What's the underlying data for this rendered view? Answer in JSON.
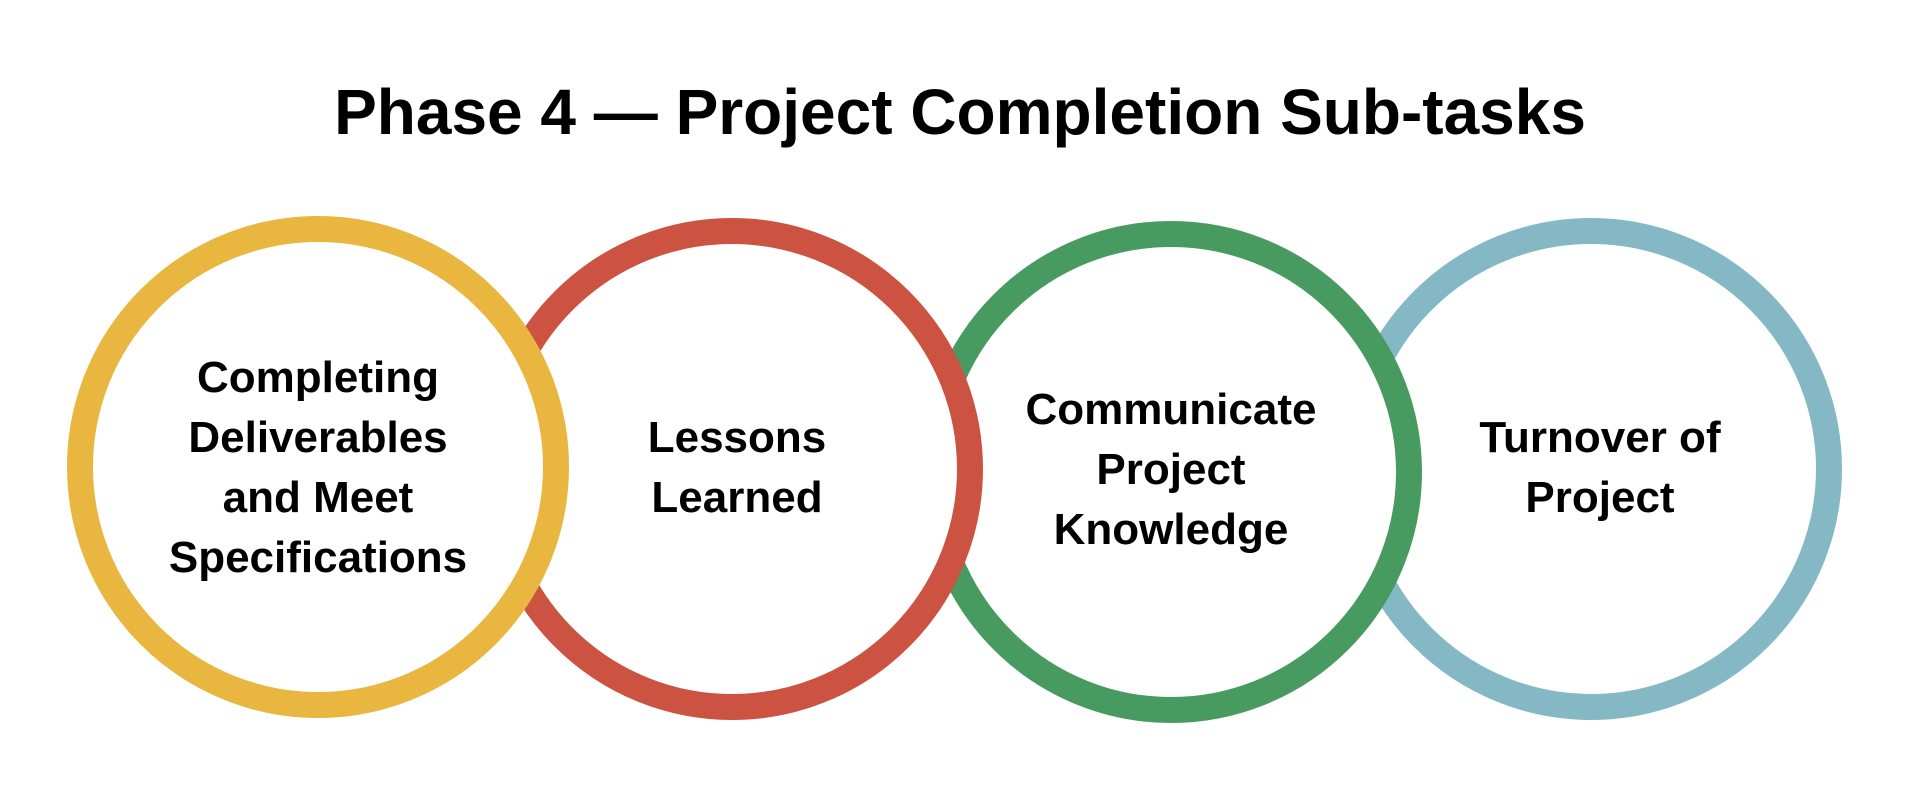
{
  "title": "Phase 4 — Project Completion Sub-tasks",
  "colors": {
    "background": "#ffffff",
    "text": "#000000",
    "yellow": "#E9B640",
    "red": "#CC5241",
    "green": "#479A60",
    "blue": "#84B8C4"
  },
  "subtasks": [
    {
      "label": "Completing Deliverables and Meet Specifications",
      "lines": [
        "Completing",
        "Deliverables",
        "and Meet",
        "Specifications"
      ],
      "color": "#E9B640"
    },
    {
      "label": "Lessons Learned",
      "lines": [
        "Lessons",
        "Learned"
      ],
      "color": "#CC5241"
    },
    {
      "label": "Communicate Project Knowledge",
      "lines": [
        "Communicate",
        "Project",
        "Knowledge"
      ],
      "color": "#479A60"
    },
    {
      "label": "Turnover of Project",
      "lines": [
        "Turnover of",
        "Project"
      ],
      "color": "#84B8C4"
    }
  ]
}
